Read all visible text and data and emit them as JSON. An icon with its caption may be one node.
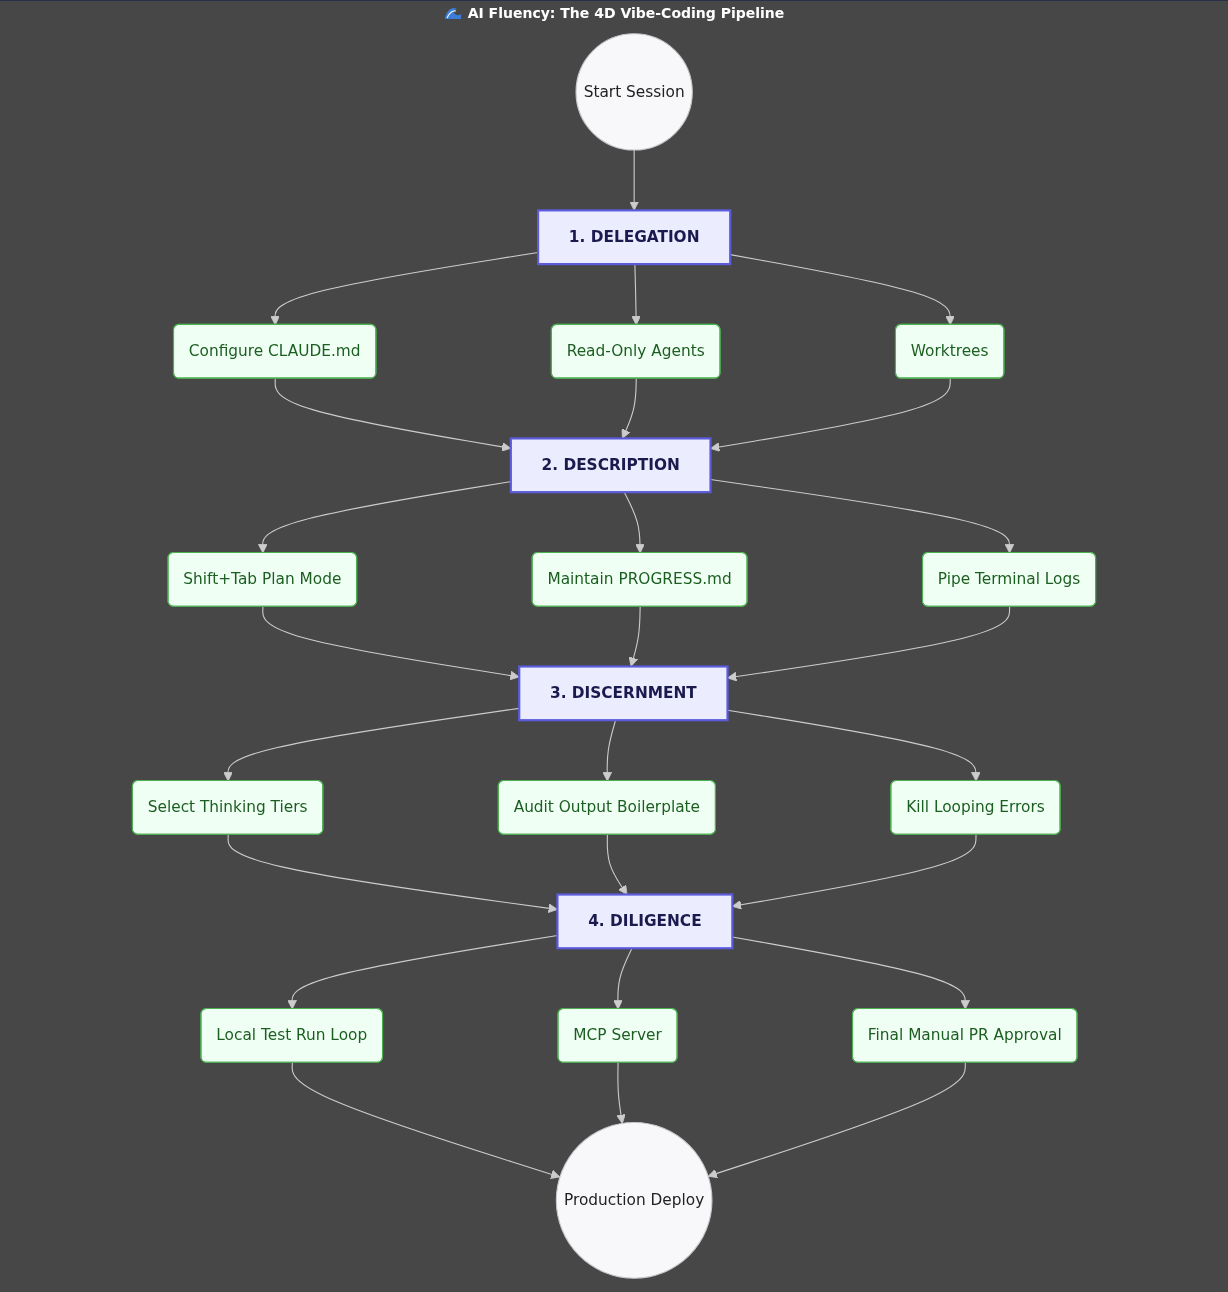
{
  "diagram": {
    "title": "AI Fluency: The 4D Vibe-Coding Pipeline",
    "nodes": [
      {
        "text": [
          "Start Session"
        ]
      },
      {
        "text": [
          "1. DELEGATION"
        ]
      },
      {
        "text": [
          "Configure CLAUDE.md"
        ]
      },
      {
        "text": [
          "Read-Only Agents"
        ]
      },
      {
        "text": [
          "Worktrees"
        ]
      },
      {
        "text": [
          "2. DESCRIPTION"
        ]
      },
      {
        "text": [
          "Shift+Tab Plan Mode"
        ]
      },
      {
        "text": [
          "Maintain PROGRESS.md"
        ]
      },
      {
        "text": [
          "Pipe Terminal Logs"
        ]
      },
      {
        "text": [
          "3. DISCERNMENT"
        ]
      },
      {
        "text": [
          "Select Thinking Tiers"
        ]
      },
      {
        "text": [
          "Audit Output Boilerplate"
        ]
      },
      {
        "text": [
          "Kill Looping Errors"
        ]
      },
      {
        "text": [
          "4. DILIGENCE"
        ]
      },
      {
        "text": [
          "Local Test Run Loop"
        ]
      },
      {
        "text": [
          "MCP Server"
        ]
      },
      {
        "text": [
          "Final Manual PR Approval"
        ]
      },
      {
        "text": [
          "Production Deploy"
        ]
      }
    ],
    "edges": [
      {
        "from": 0,
        "to": 1,
        "arrow": "to"
      },
      {
        "from": 1,
        "to": 2,
        "arrow": "to"
      },
      {
        "from": 1,
        "to": 3,
        "arrow": "to"
      },
      {
        "from": 1,
        "to": 4,
        "arrow": "to"
      },
      {
        "from": 2,
        "to": 5,
        "arrow": "to"
      },
      {
        "from": 3,
        "to": 5,
        "arrow": "to"
      },
      {
        "from": 4,
        "to": 5,
        "arrow": "to"
      },
      {
        "from": 5,
        "to": 6,
        "arrow": "to"
      },
      {
        "from": 5,
        "to": 7,
        "arrow": "to"
      },
      {
        "from": 5,
        "to": 8,
        "arrow": "to"
      },
      {
        "from": 6,
        "to": 9,
        "arrow": "to"
      },
      {
        "from": 7,
        "to": 9,
        "arrow": "to"
      },
      {
        "from": 8,
        "to": 9,
        "arrow": "to"
      },
      {
        "from": 9,
        "to": 10,
        "arrow": "to"
      },
      {
        "from": 9,
        "to": 11,
        "arrow": "to"
      },
      {
        "from": 9,
        "to": 12,
        "arrow": "to"
      },
      {
        "from": 10,
        "to": 13,
        "arrow": "to"
      },
      {
        "from": 11,
        "to": 13,
        "arrow": "to"
      },
      {
        "from": 12,
        "to": 13,
        "arrow": "to"
      },
      {
        "from": 13,
        "to": 14,
        "arrow": "to"
      },
      {
        "from": 13,
        "to": 15,
        "arrow": "to"
      },
      {
        "from": 13,
        "to": 16,
        "arrow": "to"
      },
      {
        "from": 14,
        "to": 17,
        "arrow": "to"
      },
      {
        "from": 15,
        "to": 17,
        "arrow": "to"
      },
      {
        "from": 16,
        "to": 17,
        "arrow": "to"
      }
    ]
  }
}
